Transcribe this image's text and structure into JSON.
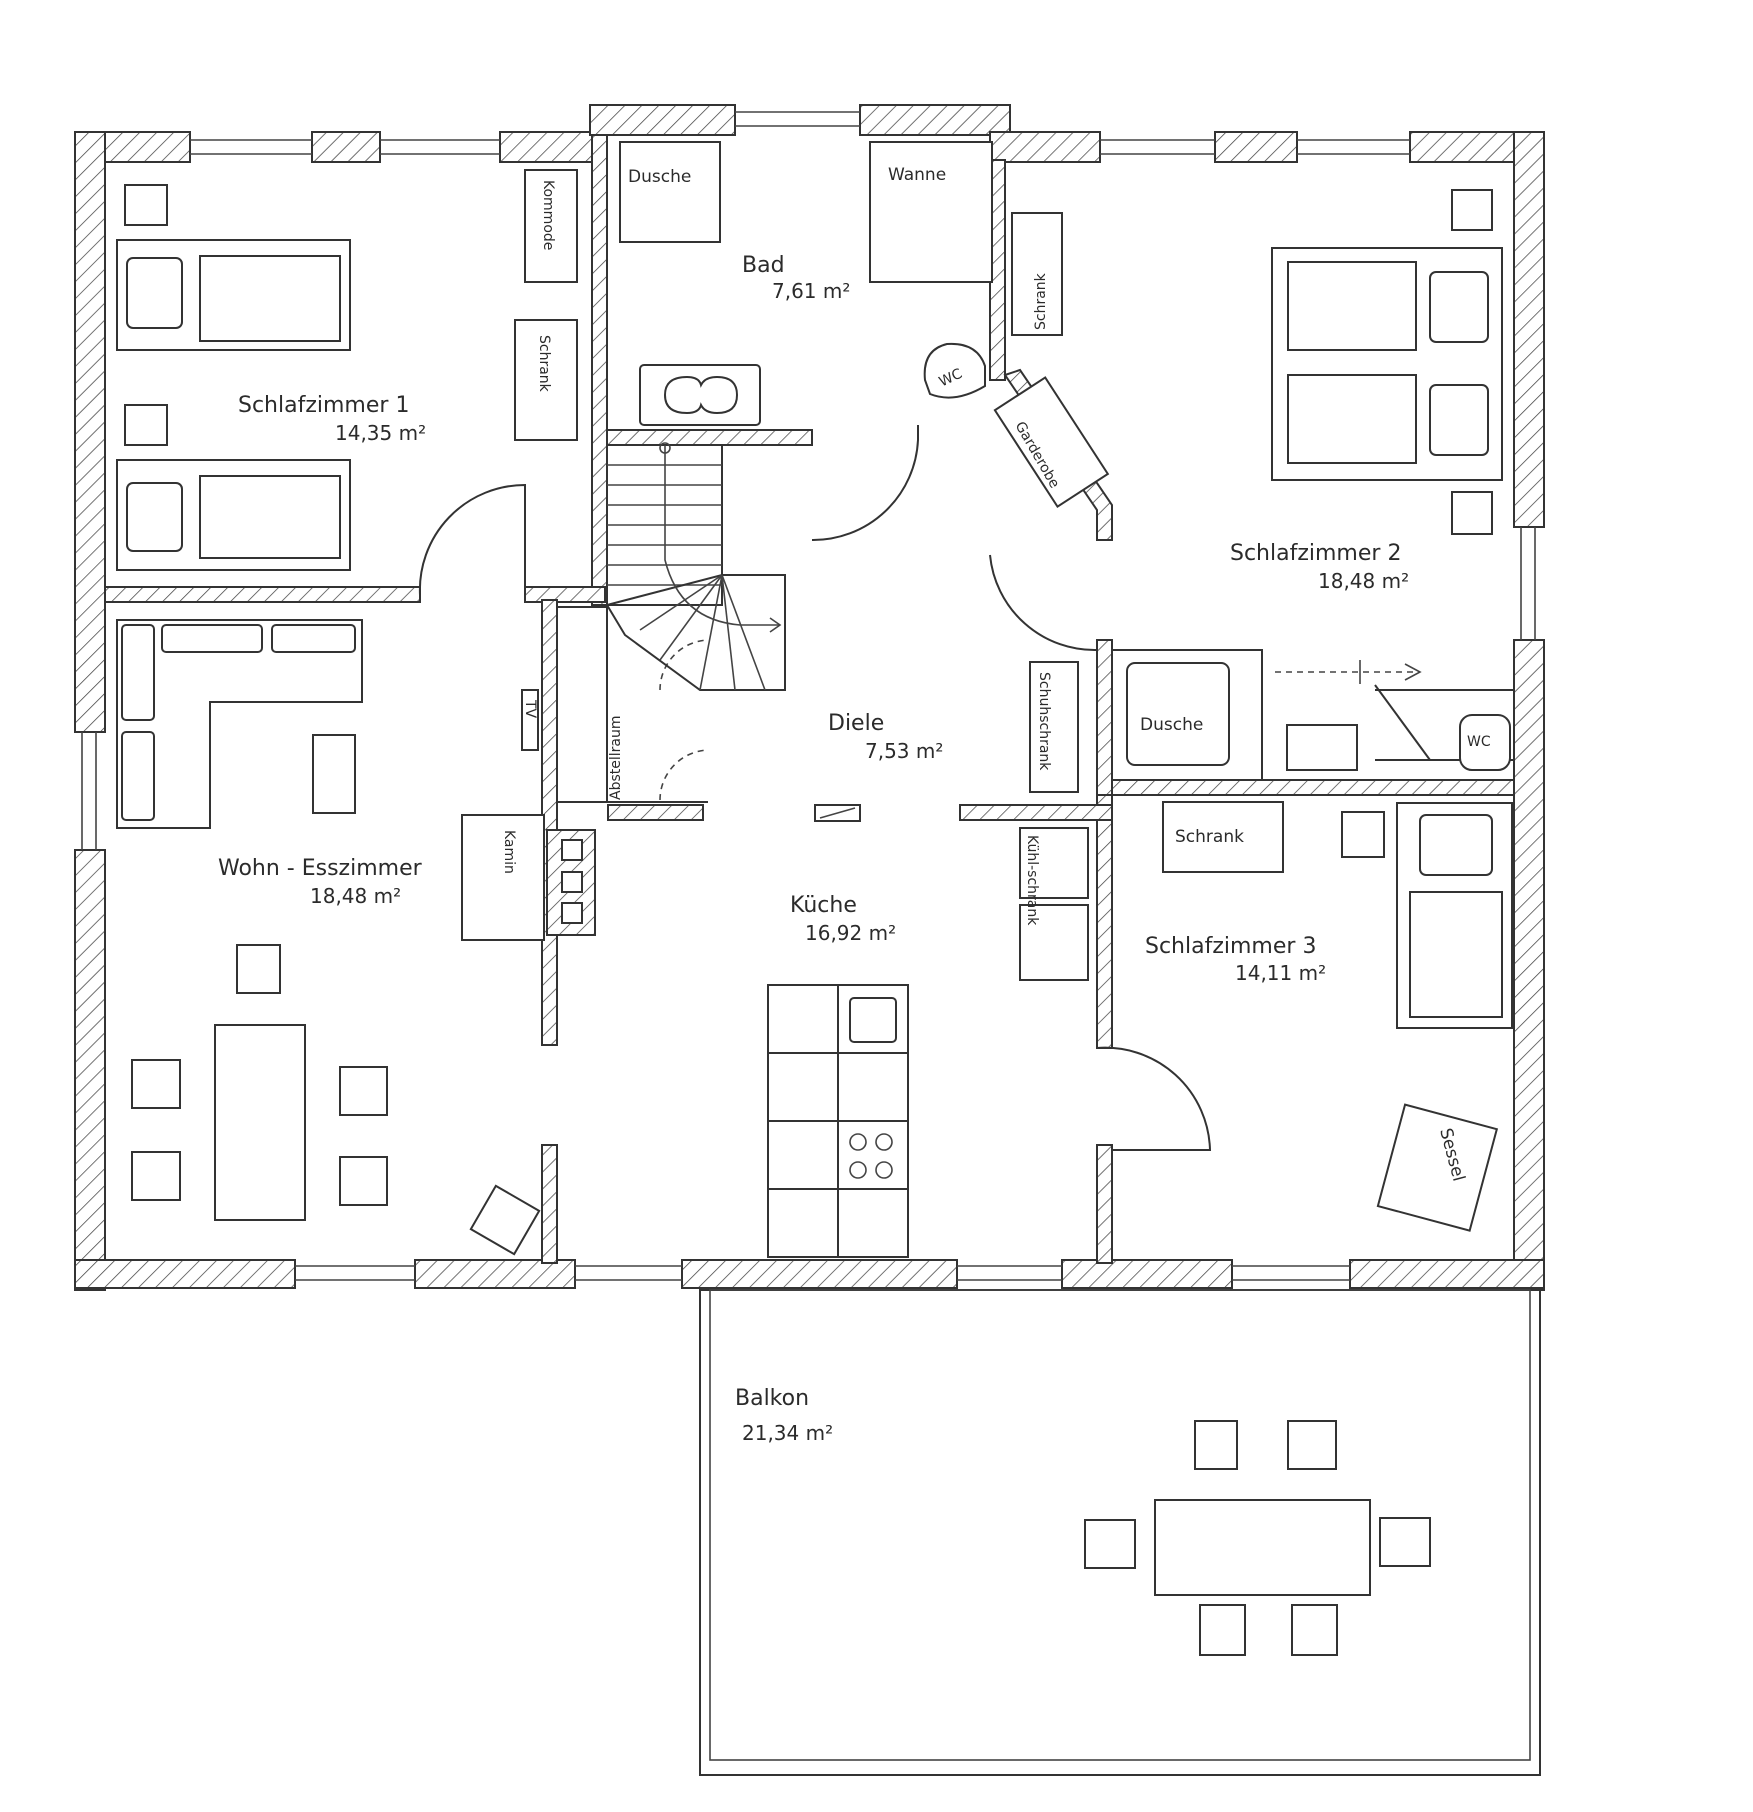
{
  "rooms": {
    "schlafzimmer1": {
      "name": "Schlafzimmer 1",
      "area": "14,35 m²"
    },
    "bad": {
      "name": "Bad",
      "area": "7,61 m²"
    },
    "schlafzimmer2": {
      "name": "Schlafzimmer 2",
      "area": "18,48 m²"
    },
    "diele": {
      "name": "Diele",
      "area": "7,53 m²"
    },
    "wohn_esszimmer": {
      "name": "Wohn - Esszimmer",
      "area": "18,48 m²"
    },
    "kueche": {
      "name": "Küche",
      "area": "16,92 m²"
    },
    "schlafzimmer3": {
      "name": "Schlafzimmer 3",
      "area": "14,11 m²"
    },
    "balkon": {
      "name": "Balkon",
      "area": "21,34 m²"
    }
  },
  "furniture": {
    "dusche_bad": "Dusche",
    "wanne": "Wanne",
    "wc_bad": "WC",
    "kommode": "Kommode",
    "schrank_sz1": "Schrank",
    "schrank_sz2": "Schrank",
    "garderobe": "Garderobe",
    "abstellraum": "Abstellraum",
    "tv": "TV",
    "kamin": "Kamin",
    "schuhschrank": "Schuhschrank",
    "dusche_sz2": "Dusche",
    "wc_sz2": "WC",
    "kuehlschrank": "Kühl-schrank",
    "schrank_sz3": "Schrank",
    "sessel": "Sessel"
  }
}
